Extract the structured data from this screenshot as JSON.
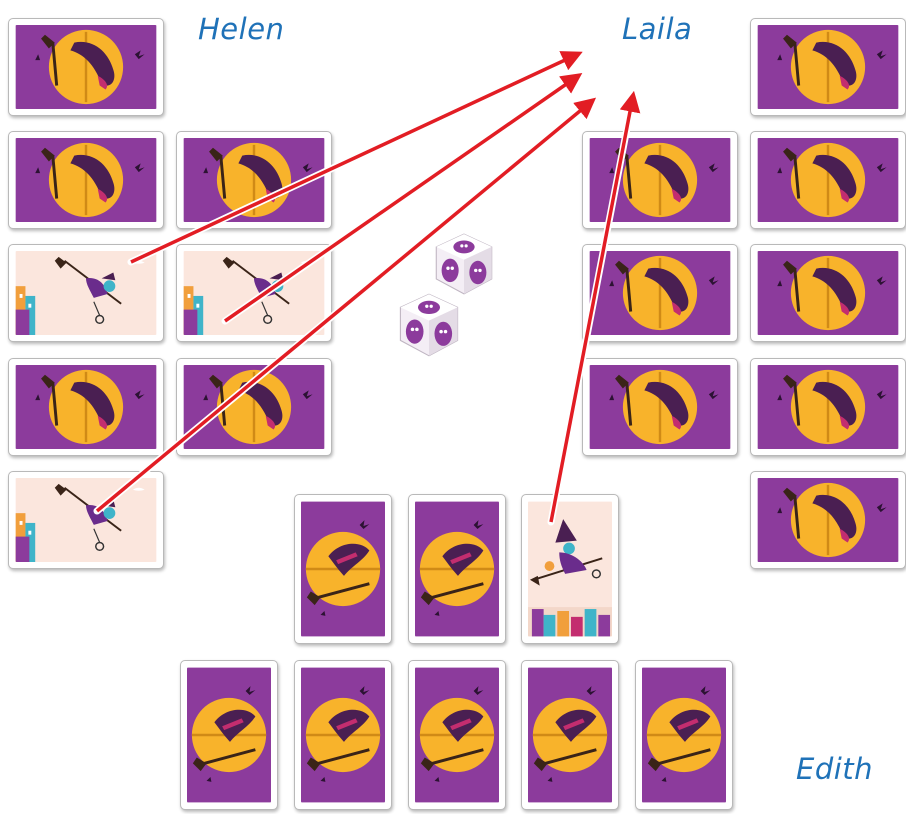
{
  "players": {
    "helen": "Helen",
    "laila": "Laila",
    "edith": "Edith"
  },
  "colors": {
    "card_back": "#8c3b9c",
    "moon": "#f8b32b",
    "moon_stroke": "#d08a16",
    "witch": "#4a1f52",
    "witch_band": "#c32d6f",
    "broom": "#3a2418",
    "face_bg": "#fbe6dd",
    "arrow": "#e21d24",
    "name": "#1f72b8"
  },
  "cards": {
    "helen": [
      "back",
      "back",
      "back",
      "face",
      "face",
      "back",
      "back",
      "face"
    ],
    "laila": [
      "back",
      "back",
      "back",
      "back",
      "back",
      "back",
      "back"
    ],
    "edith_top": [
      "back",
      "back",
      "face"
    ],
    "edith_bottom": [
      "back",
      "back",
      "back",
      "back",
      "back"
    ]
  },
  "dice": [
    {
      "face": "ghost"
    },
    {
      "face": "ghost"
    }
  ],
  "arrows": {
    "count": 4,
    "meaning": [
      "helen-face-card to laila",
      "helen-face-card to laila",
      "helen-face-card to laila",
      "edith-face-card to laila"
    ]
  }
}
